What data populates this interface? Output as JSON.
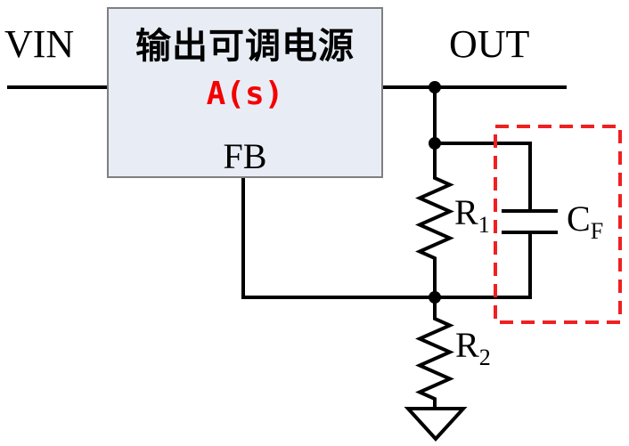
{
  "diagram": {
    "block": {
      "name": "输出可调电源",
      "transfer_function": "A(s)",
      "fb_pin": "FB"
    },
    "ports": {
      "input": "VIN",
      "output": "OUT"
    },
    "components": {
      "r1": {
        "symbol": "R",
        "sub": "1",
        "type": "resistor"
      },
      "r2": {
        "symbol": "R",
        "sub": "2",
        "type": "resistor"
      },
      "cf": {
        "symbol": "C",
        "sub": "F",
        "type": "capacitor"
      }
    },
    "colors": {
      "wire": "#000000",
      "block_fill": "#e8edf5",
      "block_border": "#7f7f7f",
      "accent_red": "#f02020",
      "tf_red": "#f40000"
    }
  }
}
